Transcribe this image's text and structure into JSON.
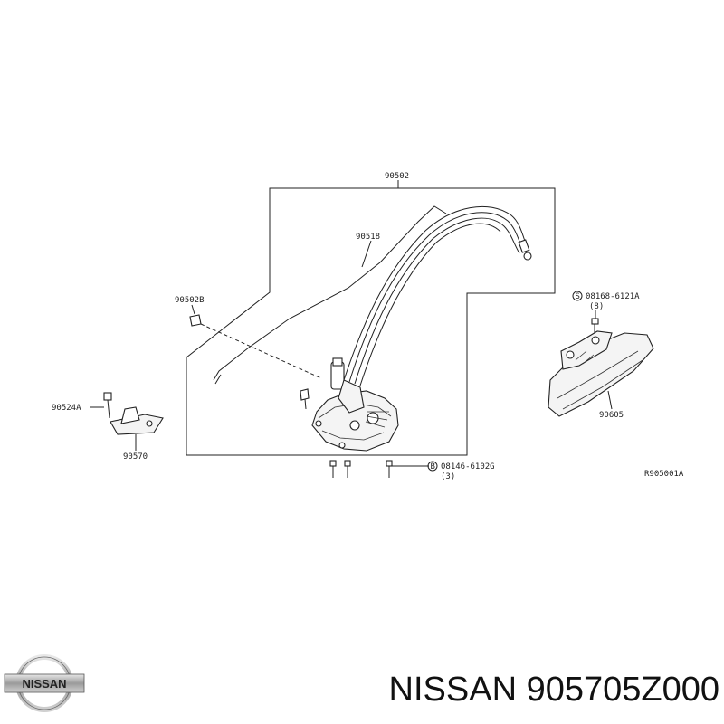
{
  "diagram": {
    "labels": {
      "rod_assembly": "90502",
      "rod": "90518",
      "clip": "90502B",
      "bolt_left": "90524A",
      "striker": "90570",
      "screw_handle_code": "08168-6121A",
      "screw_handle_qty": "(8)",
      "handle": "90605",
      "screw_lock_code": "08146-6102G",
      "screw_lock_qty": "(3)",
      "drawing_ref": "R905001A"
    },
    "callout_symbol": "S",
    "callout_symbol_b": "B"
  },
  "logo": {
    "text": "NISSAN"
  },
  "caption": {
    "text": "NISSAN 905705Z000"
  }
}
